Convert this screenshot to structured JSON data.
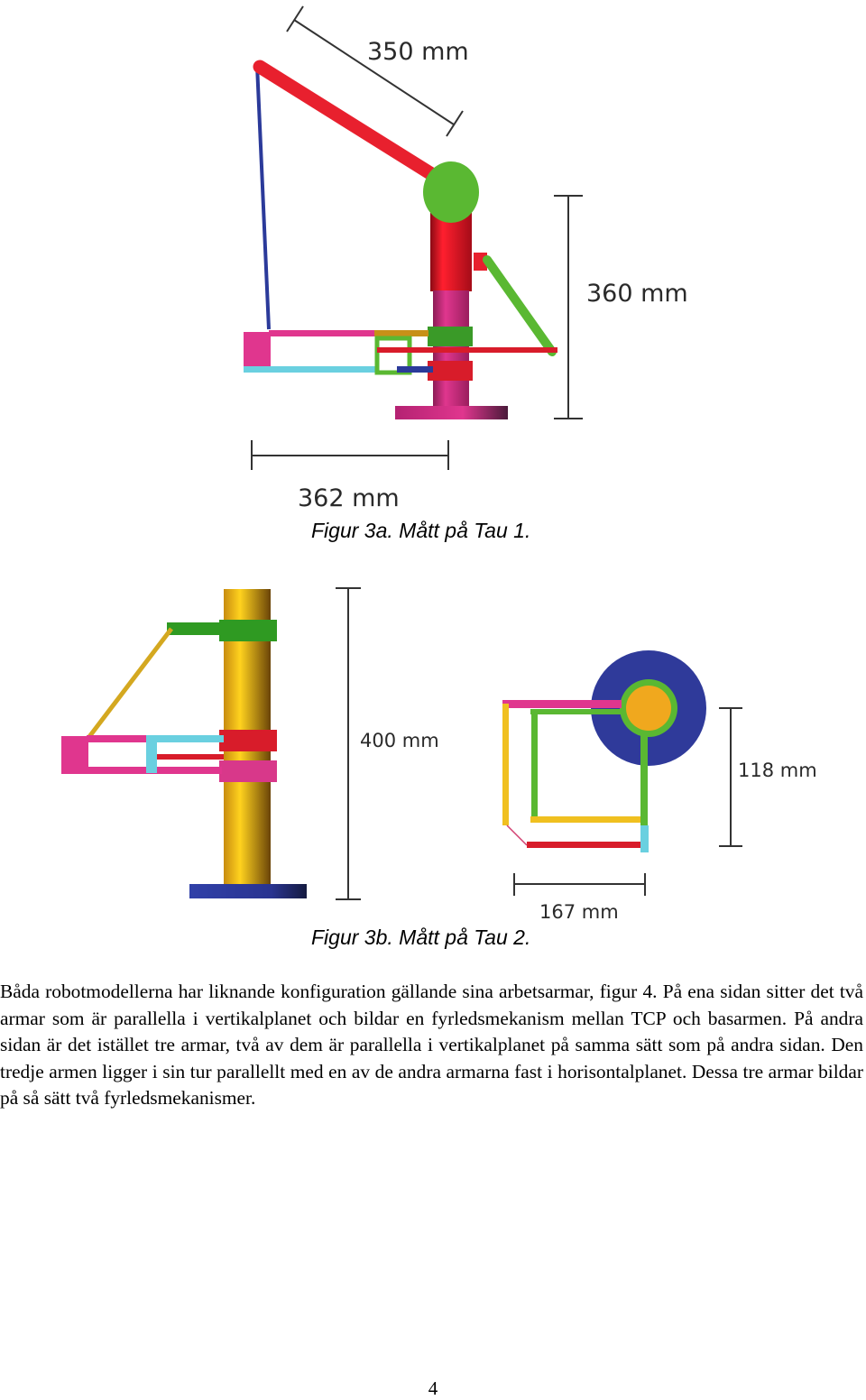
{
  "figure_3a": {
    "dim_top": "350 mm",
    "dim_height": "360 mm",
    "dim_width": "362 mm",
    "caption": "Figur 3a. Mått på Tau 1."
  },
  "figure_3b": {
    "dim_height": "400 mm",
    "dim_top_height": "118 mm",
    "dim_top_width": "167 mm",
    "caption": "Figur 3b. Mått på Tau 2."
  },
  "body": {
    "paragraph": "Båda robotmodellerna har liknande konfiguration gällande sina arbetsarmar, figur 4. På ena sidan sitter det två armar som är parallella i vertikalplanet och bildar en fyrledsmekanism mellan TCP och basarmen. På andra sidan är det istället tre armar, två av dem är parallella i vertikalplanet på samma sätt som på andra sidan. Den tredje armen ligger i sin tur parallellt med en av de andra armarna fast i horisontalplanet. Dessa tre armar bildar på så sätt två fyrledsmekanismer."
  },
  "page_number": "4"
}
